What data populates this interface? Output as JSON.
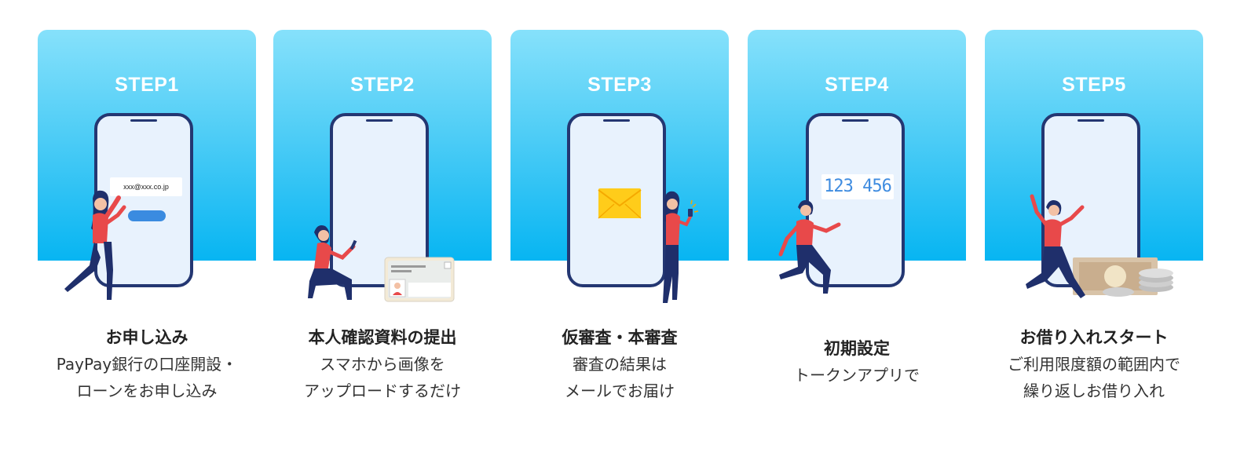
{
  "steps": [
    {
      "label": "STEP1",
      "title": "お申し込み",
      "desc": [
        "PayPay銀行の口座開設・",
        "ローンをお申し込み"
      ],
      "email_placeholder": "xxx@xxx.co.jp",
      "illustration_icon": "woman-tapping-phone-icon"
    },
    {
      "label": "STEP2",
      "title": "本人確認資料の提出",
      "desc": [
        "スマホから画像を",
        "アップロードするだけ"
      ],
      "illustration_icon": "id-card-icon"
    },
    {
      "label": "STEP3",
      "title": "仮審査・本審査",
      "desc": [
        "審査の結果は",
        "メールでお届け"
      ],
      "illustration_icon": "envelope-icon"
    },
    {
      "label": "STEP4",
      "title": "初期設定",
      "desc": [
        "トークンアプリで"
      ],
      "token_code": "123 456",
      "illustration_icon": "woman-running-icon"
    },
    {
      "label": "STEP5",
      "title": "お借り入れスタート",
      "desc": [
        "ご利用限度額の範囲内で",
        "繰り返しお借り入れ"
      ],
      "illustration_icon": "banknotes-coins-icon"
    }
  ],
  "colors": {
    "card_top": "#86e1fb",
    "card_bottom": "#07b5f2",
    "phone_frame": "#243772",
    "person_shirt": "#e8494a",
    "person_pants": "#1f2f6b",
    "accent_blue": "#3a8be0",
    "envelope": "#ffcc1a"
  }
}
